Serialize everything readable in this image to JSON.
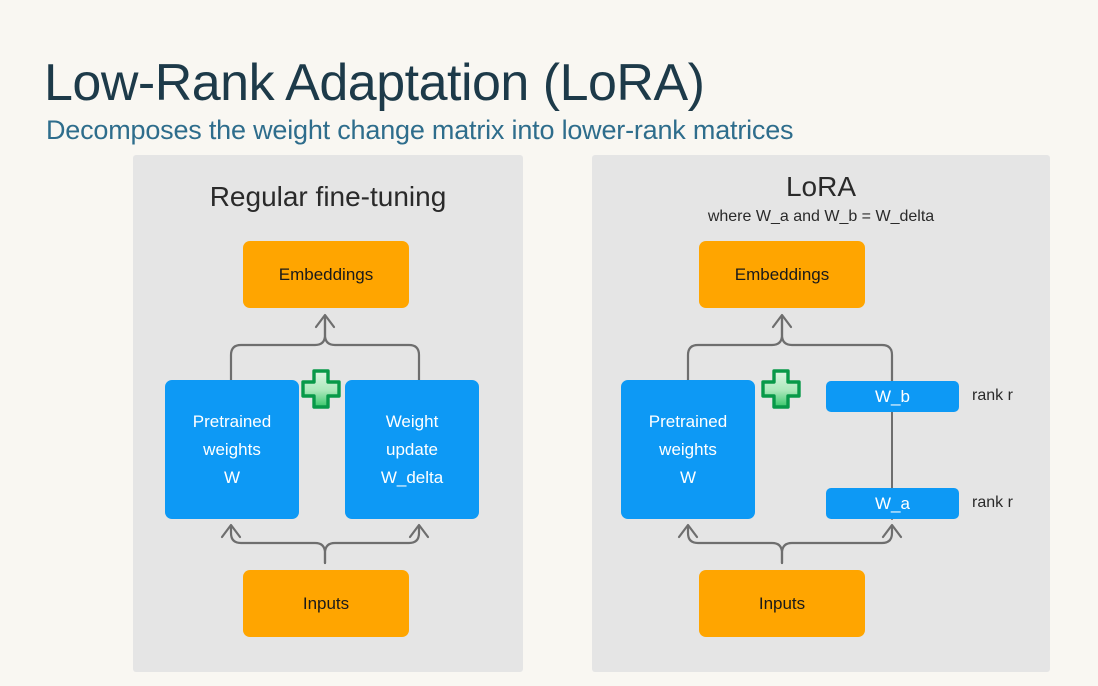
{
  "header": {
    "title": "Low-Rank Adaptation (LoRA)",
    "subtitle": "Decomposes the weight change matrix into lower-rank matrices",
    "title_color": "#1d3a49",
    "subtitle_color": "#2e6d8c"
  },
  "colors": {
    "background": "#f9f7f2",
    "panel": "#e5e5e5",
    "orange": "#ffa500",
    "blue": "#0d99f5",
    "wire": "#6e6e6e",
    "plus_border": "#089949",
    "plus_fill": "#b7ecc4"
  },
  "panels": [
    {
      "id": "regular-fine-tuning",
      "title": "Regular fine-tuning",
      "subtitle": "",
      "nodes": {
        "output": "Embeddings",
        "left_block": "Pretrained\nweights\nW",
        "left_block_lines": [
          "Pretrained",
          "weights",
          "W"
        ],
        "right_block_lines": [
          "Weight",
          "update",
          "W_delta"
        ],
        "operator": "plus-icon",
        "input": "Inputs"
      }
    },
    {
      "id": "lora",
      "title": "LoRA",
      "subtitle": "where W_a and W_b = W_delta",
      "nodes": {
        "output": "Embeddings",
        "left_block_lines": [
          "Pretrained",
          "weights",
          "W"
        ],
        "bar_top": "W_b",
        "bar_top_label": "rank r",
        "bar_bottom": "W_a",
        "bar_bottom_label": "rank r",
        "operator": "plus-icon",
        "input": "Inputs"
      }
    }
  ]
}
